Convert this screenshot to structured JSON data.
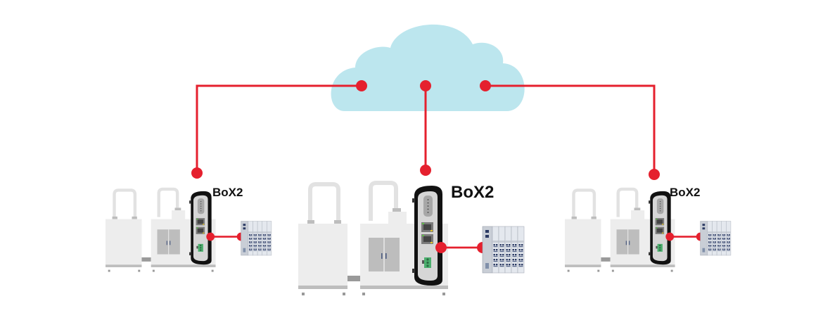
{
  "diagram": {
    "title": "",
    "colors": {
      "link": "#e5202e",
      "cloud": "#bce6ee",
      "machine_body": "#ededed",
      "machine_dark": "#bdbdbd",
      "gateway_frame": "#111111",
      "gateway_face": "#d6d6d6",
      "terminal_green": "#4caf6e",
      "io_module": "#e4e8ee",
      "io_dot": "#2b3a63"
    },
    "cloud": {
      "name": "cloud",
      "icon": "cloud-icon"
    },
    "sites": [
      {
        "id": "left",
        "gateway_label": "BoX2"
      },
      {
        "id": "center",
        "gateway_label": "BoX2"
      },
      {
        "id": "right",
        "gateway_label": "BoX2"
      }
    ]
  }
}
